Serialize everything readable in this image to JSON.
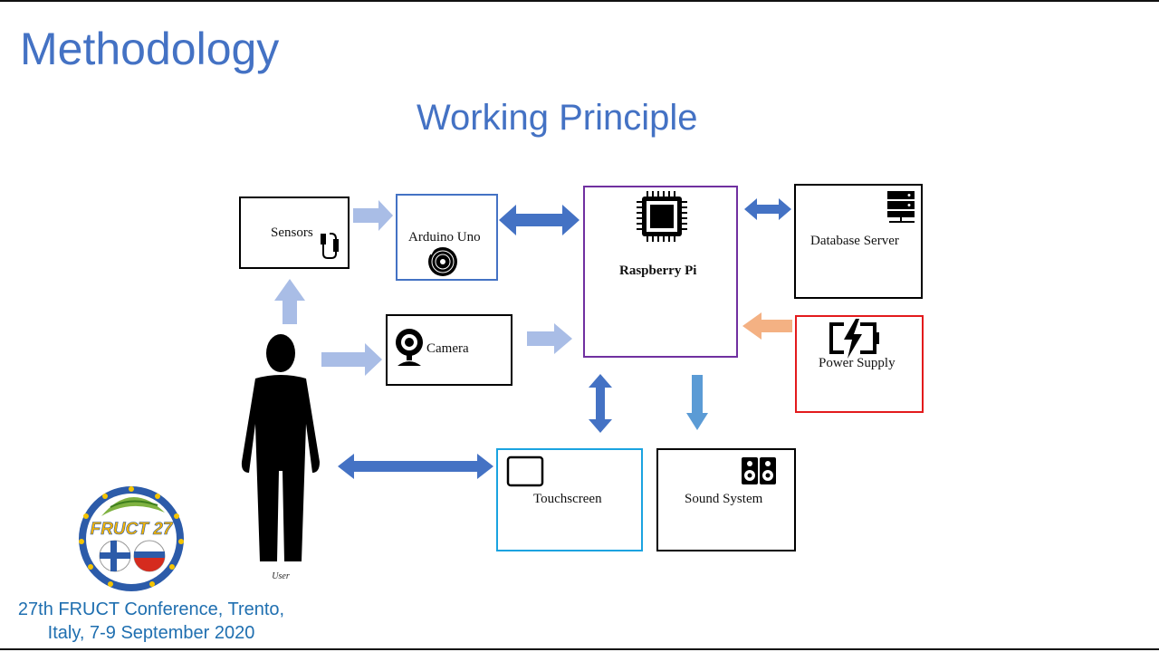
{
  "slide": {
    "title": "Methodology",
    "subtitle": "Working Principle"
  },
  "diagram": {
    "nodes": {
      "sensors": {
        "label": "Sensors",
        "icon": "sensor-plug-icon",
        "border": "#000000"
      },
      "arduino": {
        "label": "Arduino Uno",
        "icon": "disc-icon",
        "border": "#4472c4"
      },
      "raspberry": {
        "label": "Raspberry Pi",
        "icon": "cpu-chip-icon",
        "border": "#7030a0"
      },
      "database": {
        "label": "Database Server",
        "icon": "server-icon",
        "border": "#000000"
      },
      "camera": {
        "label": "Camera",
        "icon": "webcam-icon",
        "border": "#000000"
      },
      "power": {
        "label": "Power Supply",
        "icon": "charging-battery-icon",
        "border": "#e31a1c"
      },
      "touchscreen": {
        "label": "Touchscreen",
        "icon": "tablet-icon",
        "border": "#1aa3e0"
      },
      "sound": {
        "label": "Sound System",
        "icon": "speakers-icon",
        "border": "#000000"
      }
    },
    "user": {
      "caption": "User",
      "icon": "person-silhouette-icon"
    },
    "colors": {
      "arrow_light": "#a9bde6",
      "arrow_dark": "#4472c4",
      "arrow_sound": "#5b9bd5",
      "arrow_power": "#f4b183"
    }
  },
  "footer": {
    "line1": "27th FRUCT Conference, Trento,",
    "line2": "Italy, 7-9 September 2020",
    "logo_text": "FRUCT 27"
  }
}
